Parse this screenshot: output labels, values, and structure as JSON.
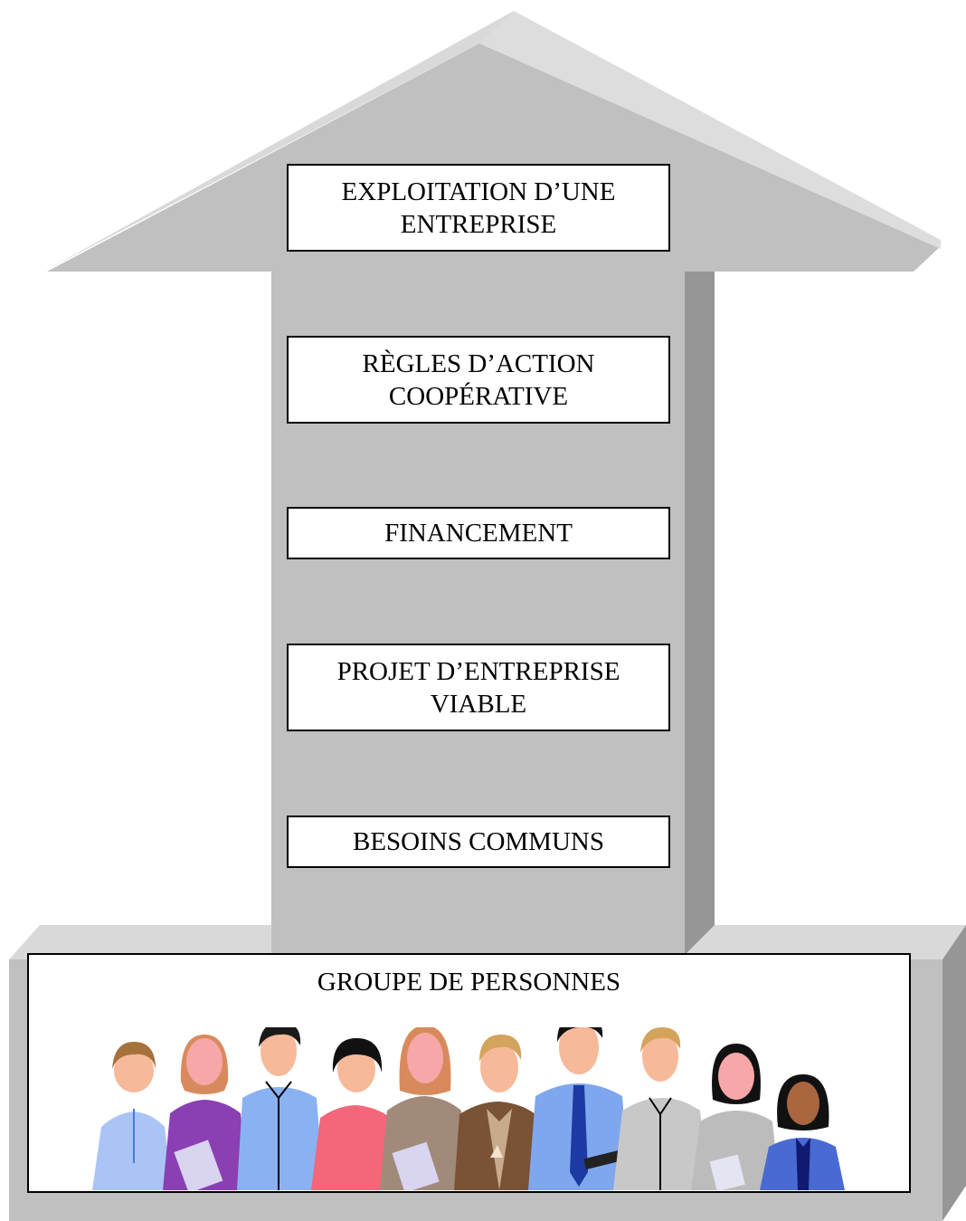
{
  "diagram": {
    "steps": [
      {
        "id": "exploitation",
        "lines": "EXPLOITATION D’UNE\nENTREPRISE"
      },
      {
        "id": "regles",
        "lines": "RÈGLES D’ACTION\nCOOPÉRATIVE"
      },
      {
        "id": "financement",
        "lines": "FINANCEMENT"
      },
      {
        "id": "projet",
        "lines": "PROJET D’ENTREPRISE\nVIABLE"
      },
      {
        "id": "besoins",
        "lines": "BESOINS COMMUNS"
      }
    ],
    "base_label": "GROUPE DE PERSONNES",
    "people_icon": "group-of-people-clipart",
    "colors": {
      "arrow_face": "#c0c0c0",
      "arrow_top": "#d9d9d9",
      "arrow_side": "#969696",
      "box_border": "#000000"
    }
  }
}
